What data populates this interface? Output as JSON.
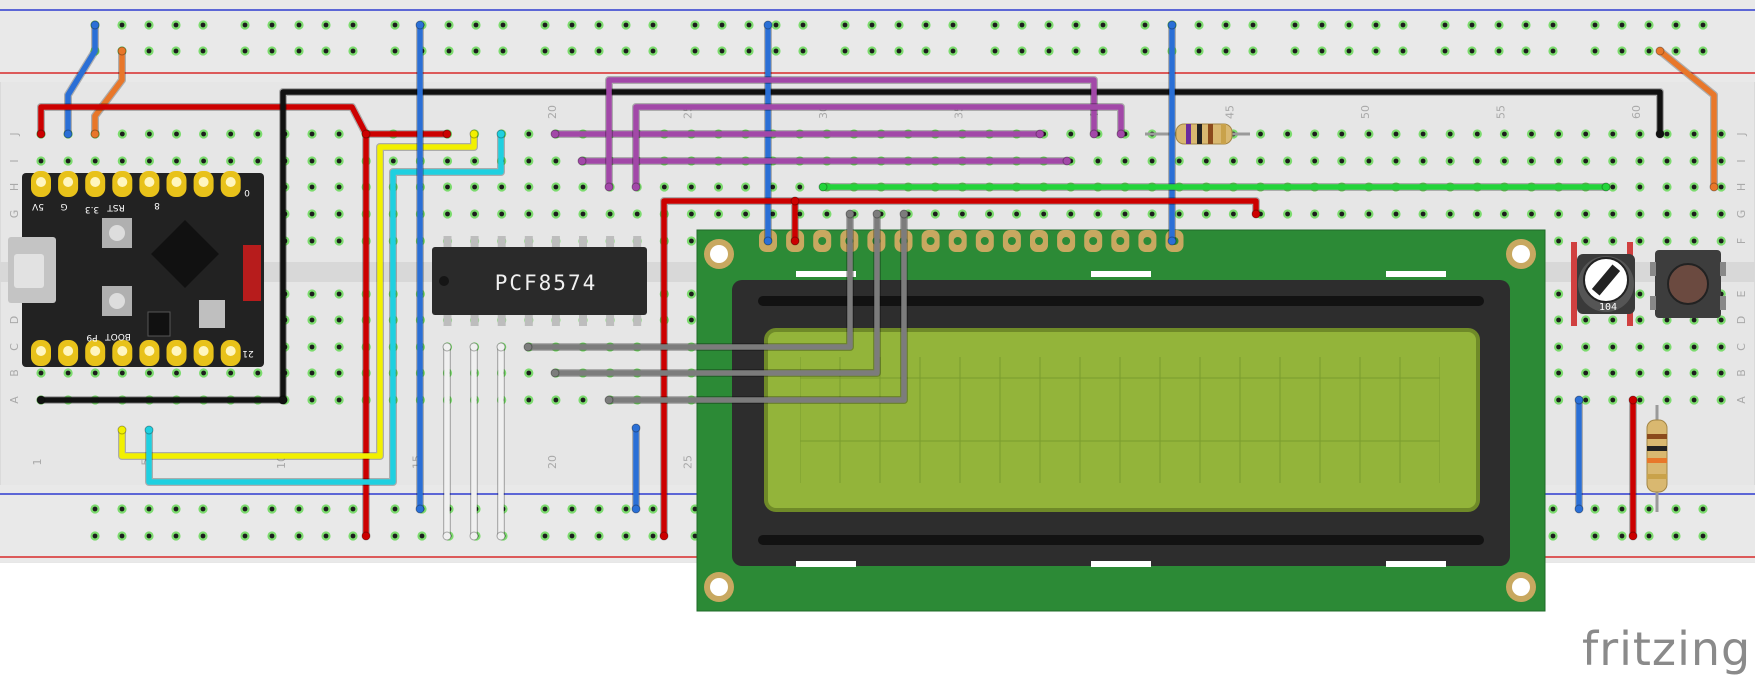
{
  "watermark": "fritzing",
  "chip_label": "PCF8574",
  "breadboard": {
    "row_letters": [
      "J",
      "I",
      "H",
      "G",
      "F",
      "E",
      "D",
      "C",
      "B",
      "A"
    ],
    "column_numbers": [
      "1",
      "5",
      "10",
      "15",
      "20",
      "25",
      "30",
      "35",
      "40",
      "45",
      "50",
      "55",
      "60"
    ]
  },
  "mcu": {
    "pin_labels_top": [
      "5V",
      "G",
      "3.3",
      "RST",
      "8",
      "0"
    ],
    "pin_labels_bottom": [
      "P9",
      "BOOT",
      "21"
    ]
  },
  "potentiometer": {
    "label": "104"
  },
  "colors": {
    "board": "#e6e6e6",
    "rail_blue": "#2d3bd0",
    "rail_red": "#d82a2a",
    "hole_ring": "#7cdb6e",
    "lcd_pcb": "#2c8a36",
    "lcd_screen": "#93b43a",
    "wire_red": "#cc0000",
    "wire_black": "#111111",
    "wire_blue": "#2a6fd6",
    "wire_orange": "#e8772a",
    "wire_purple": "#a248a8",
    "wire_yellow": "#f2f000",
    "wire_cyan": "#1fd0e0",
    "wire_green": "#22d43a",
    "wire_gray": "#7c7c7c",
    "wire_white": "#f0f0f0"
  }
}
